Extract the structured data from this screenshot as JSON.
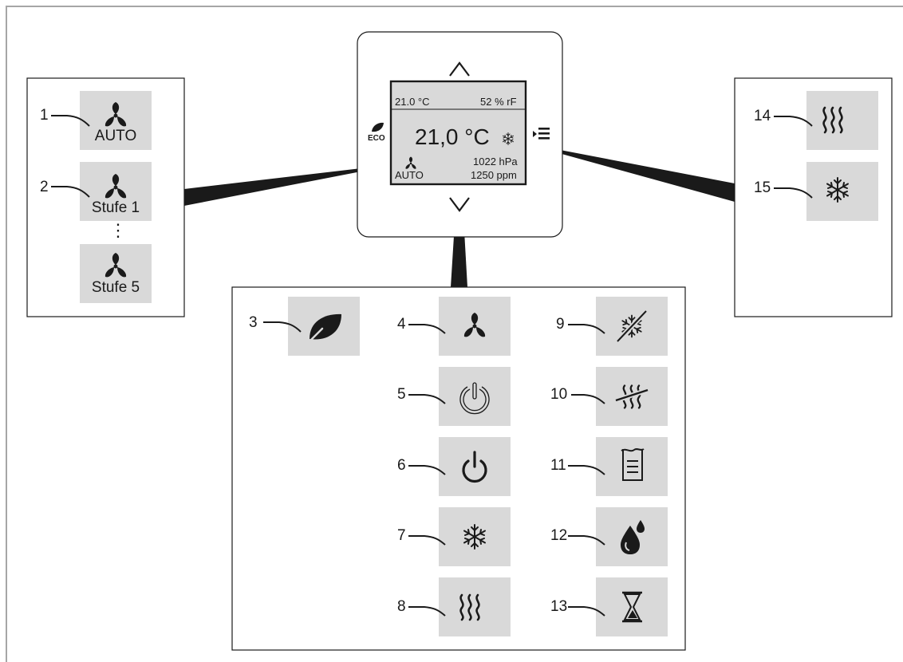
{
  "display": {
    "temp_small": "21.0 °C",
    "humidity": "52 % rF",
    "temp_big": "21,0 °C",
    "pressure": "1022 hPa",
    "co2": "1250 ppm",
    "fan_mode": "AUTO",
    "eco_label": "ECO"
  },
  "left_panel": {
    "items": [
      {
        "number": "1",
        "label": "AUTO",
        "icon": "fan-icon"
      },
      {
        "number": "2",
        "label": "Stufe 1",
        "icon": "fan-icon"
      },
      {
        "number": "",
        "label": "Stufe 5",
        "icon": "fan-icon"
      }
    ],
    "ellipsis": "⋮"
  },
  "right_panel": {
    "items": [
      {
        "number": "14",
        "icon": "heating-icon"
      },
      {
        "number": "15",
        "icon": "snowflake-icon"
      }
    ]
  },
  "bottom_panel": {
    "items": [
      {
        "number": "3",
        "icon": "leaf-icon"
      },
      {
        "number": "4",
        "icon": "fan-icon"
      },
      {
        "number": "5",
        "icon": "power-outline-icon"
      },
      {
        "number": "6",
        "icon": "power-icon"
      },
      {
        "number": "7",
        "icon": "snowflake-icon"
      },
      {
        "number": "8",
        "icon": "heating-icon"
      },
      {
        "number": "9",
        "icon": "cooling-off-icon"
      },
      {
        "number": "10",
        "icon": "heating-off-icon"
      },
      {
        "number": "11",
        "icon": "water-tank-icon"
      },
      {
        "number": "12",
        "icon": "dew-point-icon"
      },
      {
        "number": "13",
        "icon": "hourglass-icon"
      }
    ]
  },
  "colors": {
    "icon_bg": "#d9d9d9",
    "frame": "#999999",
    "line": "#1a1a1a"
  }
}
